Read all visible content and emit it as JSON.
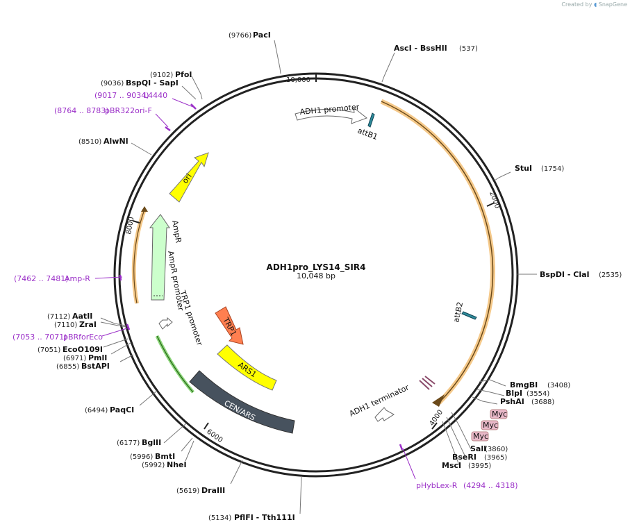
{
  "watermark": {
    "prefix": "Created by",
    "brand": "SnapGene"
  },
  "plasmid": {
    "name": "ADH1pro_LYS14_SIR4",
    "size": "10,048 bp"
  },
  "ticks": [
    {
      "bp": 10000,
      "label": "10,000"
    },
    {
      "bp": 2000,
      "label": "2000"
    },
    {
      "bp": 4000,
      "label": "4000"
    },
    {
      "bp": 6000,
      "label": "6000"
    },
    {
      "bp": 8000,
      "label": "8000"
    }
  ],
  "sites": [
    {
      "pos": "(9766)",
      "name": "PacI",
      "bp": 9766
    },
    {
      "name": "AscI  - BssHII",
      "pos": "(537)",
      "bp": 537
    },
    {
      "name": "StuI",
      "pos": "(1754)",
      "bp": 1754
    },
    {
      "name": "BspDI  - ClaI",
      "pos": "(2535)",
      "bp": 2535
    },
    {
      "name": "BmgBI",
      "pos": "(3408)",
      "bp": 3408
    },
    {
      "name": "BlpI",
      "pos": "(3554)",
      "bp": 3554
    },
    {
      "name": "PshAI",
      "pos": "(3688)",
      "bp": 3688
    },
    {
      "name": "SalI",
      "pos": "(3860)",
      "bp": 3860
    },
    {
      "name": "BseRI",
      "pos": "(3965)",
      "bp": 3965
    },
    {
      "name": "MscI",
      "pos": "(3995)",
      "bp": 3995
    },
    {
      "pos": "(5134)",
      "name": "PflFI  - Tth111I",
      "bp": 5134
    },
    {
      "pos": "(5619)",
      "name": "DraIII",
      "bp": 5619
    },
    {
      "pos": "(5992)",
      "name": "NheI",
      "bp": 5992
    },
    {
      "pos": "(5996)",
      "name": "BmtI",
      "bp": 5996
    },
    {
      "pos": "(6177)",
      "name": "BglII",
      "bp": 6177
    },
    {
      "pos": "(6494)",
      "name": "PaqCI",
      "bp": 6494
    },
    {
      "pos": "(6855)",
      "name": "BstAPI",
      "bp": 6855
    },
    {
      "pos": "(6971)",
      "name": "PmlI",
      "bp": 6971
    },
    {
      "pos": "(7051)",
      "name": "EcoO109I",
      "bp": 7051
    },
    {
      "pos": "(7110)",
      "name": "ZraI",
      "bp": 7110
    },
    {
      "pos": "(7112)",
      "name": "AatII",
      "bp": 7112
    },
    {
      "pos": "(8510)",
      "name": "AlwNI",
      "bp": 8510
    },
    {
      "pos": "(9036)",
      "name": "BspQI  - SapI",
      "bp": 9036
    },
    {
      "pos": "(9102)",
      "name": "PfoI",
      "bp": 9102
    }
  ],
  "primers": [
    {
      "range": "(9017 .. 9034)",
      "name": "L4440"
    },
    {
      "range": "(8764 .. 8783)",
      "name": "pBR322ori-F"
    },
    {
      "range": "(7462 .. 7481)",
      "name": "Amp-R"
    },
    {
      "range": "(7053 .. 7071)",
      "name": "pBRforEco"
    },
    {
      "name": "pHybLex-R",
      "range": "(4294 .. 4318)"
    }
  ],
  "features": [
    {
      "name": "ADH1 promoter",
      "kind": "promoter",
      "color": "#ffffff"
    },
    {
      "name": "attB1",
      "kind": "site",
      "color": "#2e8b9a"
    },
    {
      "name": "attB2",
      "kind": "site",
      "color": "#2e8b9a"
    },
    {
      "name": "ori",
      "kind": "origin",
      "color": "#ffff00"
    },
    {
      "name": "AmpR",
      "kind": "cds",
      "color": "#ccffcc"
    },
    {
      "name": "AmpR promoter",
      "kind": "promoter",
      "color": "#ffffff"
    },
    {
      "name": "TRP1 promoter",
      "kind": "promoter",
      "color": "#ffffff"
    },
    {
      "name": "TRP1",
      "kind": "cds",
      "color": "#ff7f50"
    },
    {
      "name": "ARS1",
      "kind": "rep_origin",
      "color": "#ffff00"
    },
    {
      "name": "CEN/ARS",
      "kind": "misc",
      "color": "#47525e"
    },
    {
      "name": "ADH1 terminator",
      "kind": "terminator",
      "color": "#ffffff"
    },
    {
      "name": "Myc",
      "kind": "tag",
      "color": "#e8b8c8"
    },
    {
      "name": "Myc",
      "kind": "tag",
      "color": "#e8b8c8"
    },
    {
      "name": "Myc",
      "kind": "tag",
      "color": "#e8b8c8"
    }
  ]
}
